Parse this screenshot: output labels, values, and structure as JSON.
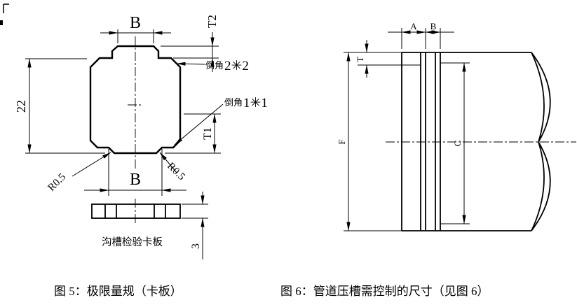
{
  "figure5": {
    "caption": "图 5：极限量规（卡板）",
    "note": "沟槽检验卡板",
    "dims": {
      "b_top": "B",
      "t2": "T2",
      "height": "22",
      "chamfer2_prefix": "倒角",
      "chamfer2_value": "2✳2",
      "chamfer1_prefix": "倒角",
      "chamfer1_value": "1✳1",
      "t1": "T1",
      "r_left": "R0.5",
      "r_right": "R0.5",
      "b_bottom": "B",
      "thickness": "3"
    }
  },
  "figure6": {
    "caption": "图 6：管道压槽需控制的尺寸（见图 6）",
    "dims": {
      "a": "A",
      "b": "B",
      "t": "T",
      "f": "F",
      "c": "C"
    }
  },
  "colors": {
    "line": "#000000",
    "note_red": "#ff0000",
    "background": "#ffffff"
  }
}
